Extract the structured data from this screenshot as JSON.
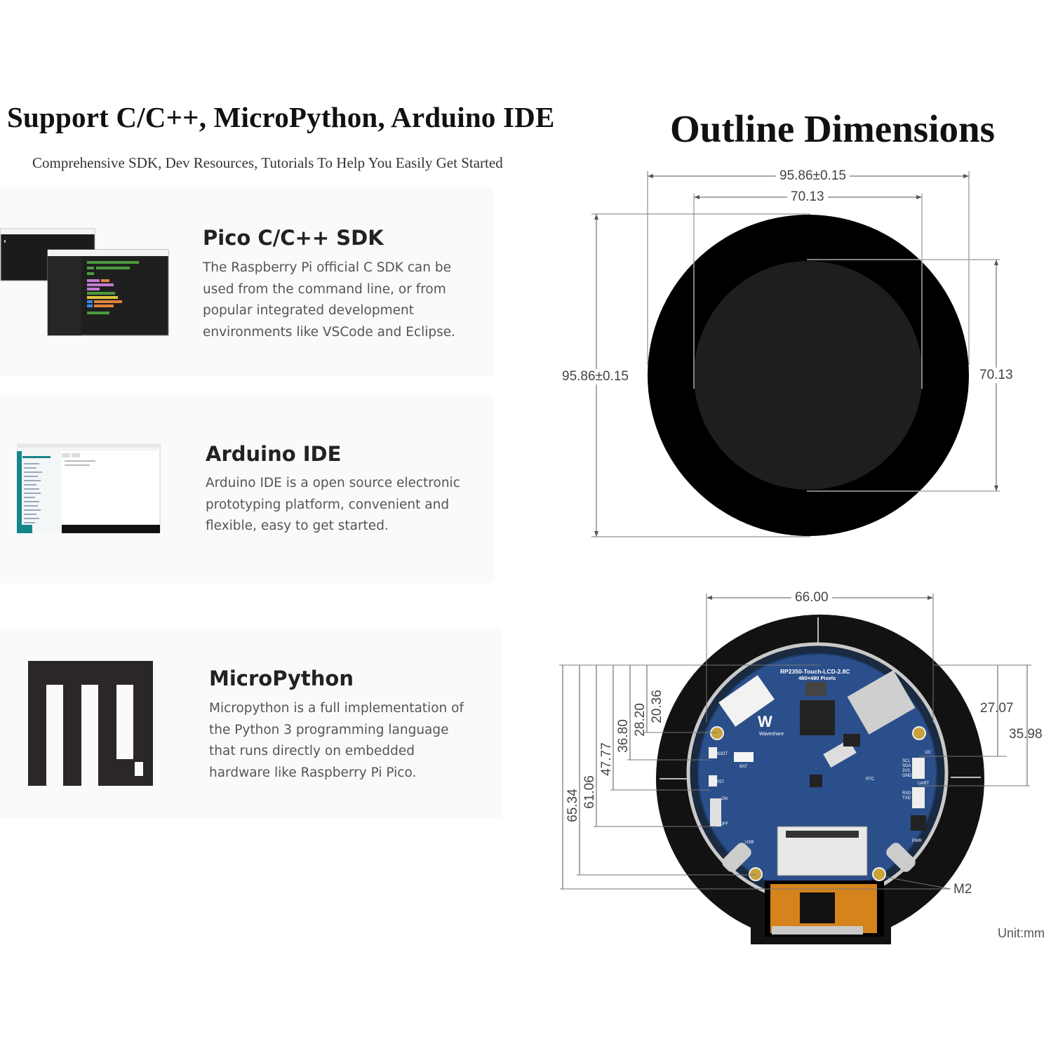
{
  "left": {
    "heading": "Support C/C++, MicroPython, Arduino IDE",
    "subheading": "Comprehensive SDK, Dev Resources, Tutorials To Help You Easily Get Started",
    "cards": [
      {
        "title": "Pico C/C++ SDK",
        "description": "The Raspberry Pi official C SDK can be used from the command line, or from popular integrated development environments like VSCode and Eclipse.",
        "icon": "terminal-code-icon"
      },
      {
        "title": "Arduino IDE",
        "description": "Arduino IDE is a open source electronic prototyping platform, convenient and flexible, easy to get started.",
        "icon": "arduino-ide-window-icon"
      },
      {
        "title": "MicroPython",
        "description": "Micropython is a full implementation of the Python 3 programming language that runs directly on embedded hardware like Raspberry Pi Pico.",
        "icon": "micropython-logo-icon"
      }
    ]
  },
  "right": {
    "heading": "Outline Dimensions",
    "front_dims": {
      "outer_width": "95.86±0.15",
      "display_width": "70.13",
      "outer_height": "95.86±0.15",
      "display_height": "70.13"
    },
    "back_dims": {
      "board_width": "66.00",
      "v1": "20.36",
      "v2": "28.20",
      "v3": "36.80",
      "v4": "47.77",
      "v5": "61.06",
      "v6": "65.34",
      "r1": "27.07",
      "r2": "35.98",
      "hole": "M2"
    },
    "board": {
      "title": "RP2350-Touch-LCD-2.8C",
      "subtitle": "480×480 Pixels",
      "brand": "Waveshare",
      "labels": [
        "BOOT",
        "BAT",
        "RST",
        "ON",
        "OFF",
        "I2C",
        "UART",
        "SCL",
        "SDA",
        "3V3",
        "GND",
        "RXD",
        "TXD",
        "RTC",
        "USB",
        "PWR"
      ]
    },
    "unit": "Unit:mm"
  },
  "colors": {
    "pcb": "#2b4f8a",
    "bezel": "#000000",
    "panel": "#1e1e1e",
    "flex": "#e08a1e"
  }
}
